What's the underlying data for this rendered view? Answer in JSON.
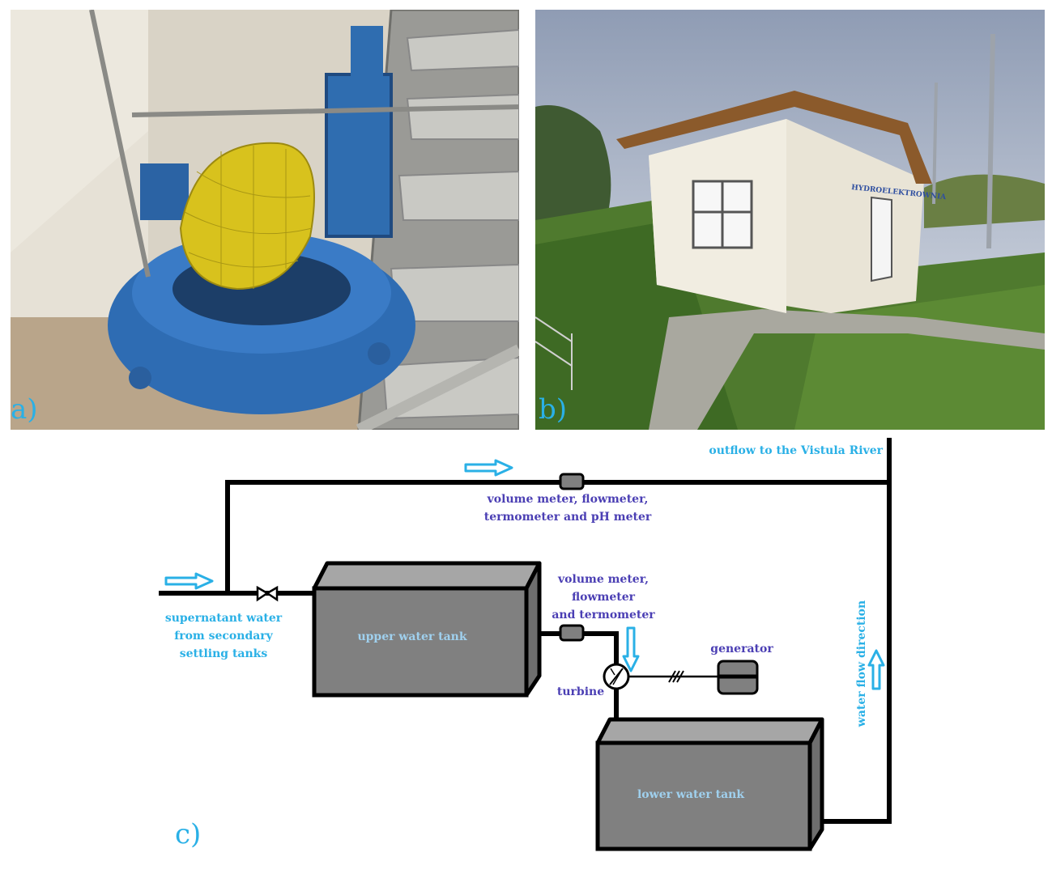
{
  "panels": {
    "a": {
      "label": "a)"
    },
    "b": {
      "label": "b)",
      "sign_text": "HYDROELEKTROWNIA"
    },
    "c": {
      "label": "c)"
    }
  },
  "diagram": {
    "outflow_label": "outflow to the Vistula River",
    "top_meter_label": [
      "volume meter, flowmeter,",
      "termometer and pH meter"
    ],
    "inflow_label": [
      "supernatant water",
      "from secondary",
      "settling tanks"
    ],
    "upper_tank_label": "upper water tank",
    "mid_meter_label": [
      "volume meter,",
      "flowmeter",
      "and termometer"
    ],
    "generator_label": "generator",
    "turbine_label": "turbine",
    "lower_tank_label": "lower water tank",
    "direction_label": "water flow direction"
  },
  "colors": {
    "accent_cyan": "#2ab0e6",
    "label_purple": "#4b3fb4",
    "tank_gray": "#808080",
    "pipe": "#000000"
  }
}
